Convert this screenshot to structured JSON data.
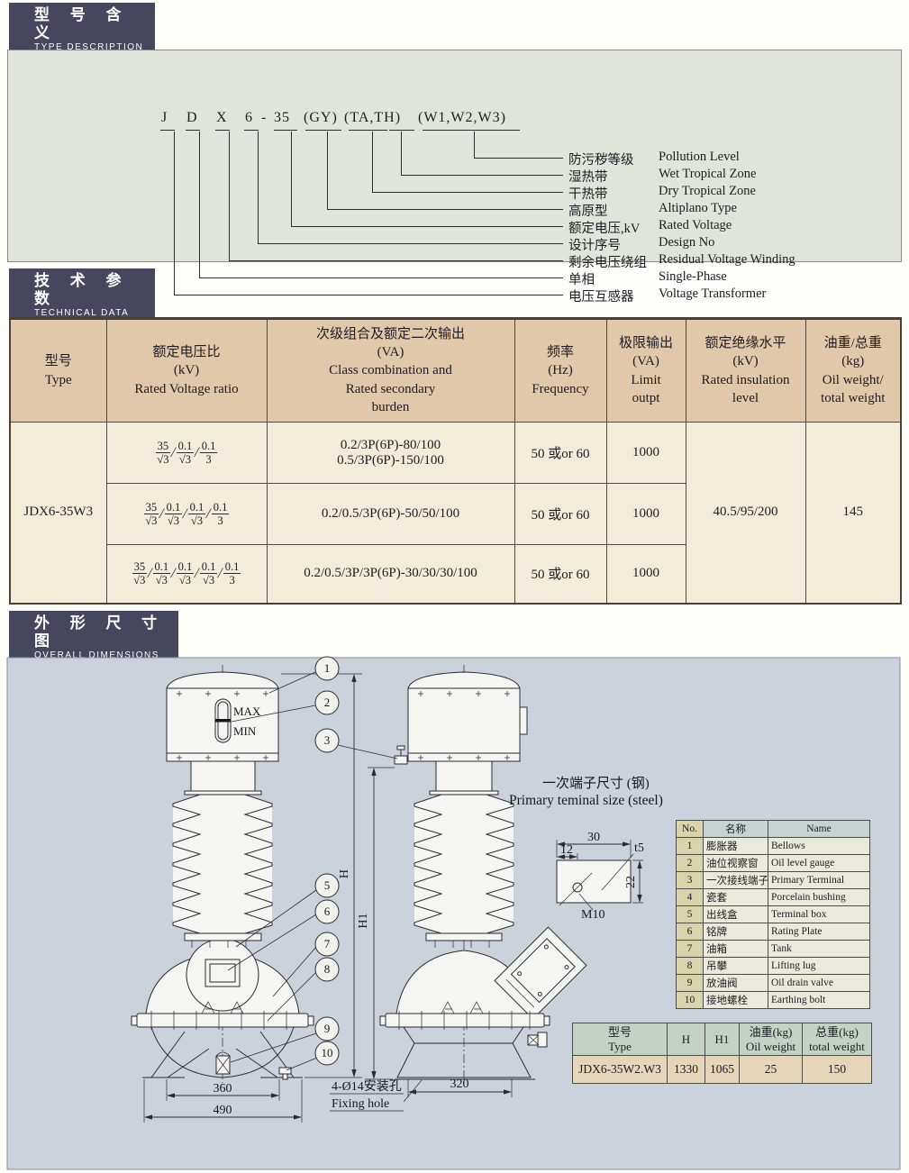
{
  "type_desc": {
    "header_zh": "型 号 含 义",
    "header_en": "TYPE DESCRIPTION",
    "code": {
      "p1": "J",
      "p2": "D",
      "p3": "X",
      "p4": "6",
      "p5": "-",
      "p6": "35",
      "p7": "(GY)",
      "p8": "(TA,TH)",
      "p9": "(W1,W2,W3)"
    },
    "legend": [
      {
        "zh": "防污秽等级",
        "en": "Pollution Level"
      },
      {
        "zh": "湿热带",
        "en": "Wet Tropical Zone"
      },
      {
        "zh": "干热带",
        "en": "Dry Tropical Zone"
      },
      {
        "zh": "高原型",
        "en": "Altiplano Type"
      },
      {
        "zh": "额定电压,kV",
        "en": "Rated Voltage"
      },
      {
        "zh": "设计序号",
        "en": "Design No"
      },
      {
        "zh": "剩余电压绕组",
        "en": "Residual Voltage Winding"
      },
      {
        "zh": "单相",
        "en": "Single-Phase"
      },
      {
        "zh": "电压互感器",
        "en": "Voltage Transformer"
      }
    ]
  },
  "tech": {
    "header_zh": "技 术 参 数",
    "header_en": "TECHNICAL DATA",
    "columns": [
      "型号\nType",
      "额定电压比\n(kV)\nRated Voltage ratio",
      "次级组合及额定二次输出\n(VA)\nClass combination and\nRated secondary\nburden",
      "频率\n(Hz)\nFrequency",
      "极限输出\n(VA)\nLimit\noutpt",
      "额定绝缘水平\n(kV)\nRated insulation\nlevel",
      "油重/总重\n(kg)\nOil weight/\ntotal weight"
    ],
    "type_value": "JDX6-35W3",
    "insulation": "40.5/95/200",
    "oil_total": "145",
    "rows": [
      {
        "ratio": [
          {
            "n": "35",
            "d": "√3"
          },
          {
            "n": "0.1",
            "d": "√3"
          },
          {
            "n": "0.1",
            "d": "3"
          }
        ],
        "burden": "0.2/3P(6P)-80/100\n0.5/3P(6P)-150/100",
        "freq": "50 或or 60",
        "limit": "1000"
      },
      {
        "ratio": [
          {
            "n": "35",
            "d": "√3"
          },
          {
            "n": "0.1",
            "d": "√3"
          },
          {
            "n": "0.1",
            "d": "√3"
          },
          {
            "n": "0.1",
            "d": "3"
          }
        ],
        "burden": "0.2/0.5/3P(6P)-50/50/100",
        "freq": "50 或or 60",
        "limit": "1000"
      },
      {
        "ratio": [
          {
            "n": "35",
            "d": "√3"
          },
          {
            "n": "0.1",
            "d": "√3"
          },
          {
            "n": "0.1",
            "d": "√3"
          },
          {
            "n": "0.1",
            "d": "√3"
          },
          {
            "n": "0.1",
            "d": "3"
          }
        ],
        "burden": "0.2/0.5/3P/3P(6P)-30/30/30/100",
        "freq": "50 或or 60",
        "limit": "1000"
      }
    ]
  },
  "dims": {
    "header_zh": "外 形 尺 寸 图",
    "header_en": "OVERALL DIMENSIONS",
    "labels": {
      "max": "MAX",
      "min": "MIN",
      "h": "H",
      "h1": "H1",
      "w360": "360",
      "w490": "490",
      "w320": "320",
      "fix_zh": "4-Ø14安装孔",
      "fix_en": "Fixing hole"
    },
    "callouts": [
      "1",
      "2",
      "3",
      "5",
      "6",
      "7",
      "8",
      "9",
      "10"
    ],
    "terminal": {
      "title_zh": "一次端子尺寸 (钢)",
      "title_en": "Primary teminal size (steel)",
      "d30": "30",
      "d12": "12",
      "t5": "t5",
      "d22": "22",
      "m10": "M10"
    },
    "parts": {
      "no": "No.",
      "zh": "名称",
      "en": "Name",
      "rows": [
        {
          "no": "1",
          "zh": "膨胀器",
          "en": "Bellows"
        },
        {
          "no": "2",
          "zh": "油位视察窗",
          "en": "Oil level gauge"
        },
        {
          "no": "3",
          "zh": "一次接线端子",
          "en": "Primary Terminal"
        },
        {
          "no": "4",
          "zh": "瓷套",
          "en": "Porcelain bushing"
        },
        {
          "no": "5",
          "zh": "出线盒",
          "en": "Terminal box"
        },
        {
          "no": "6",
          "zh": "铭牌",
          "en": "Rating Plate"
        },
        {
          "no": "7",
          "zh": "油箱",
          "en": "Tank"
        },
        {
          "no": "8",
          "zh": "吊攀",
          "en": "Lifting lug"
        },
        {
          "no": "9",
          "zh": "放油阀",
          "en": "Oil drain valve"
        },
        {
          "no": "10",
          "zh": "接地螺栓",
          "en": "Earthing bolt"
        }
      ]
    },
    "size_table": {
      "h_type": "型号\nType",
      "h_h": "H",
      "h_h1": "H1",
      "h_oil": "油重(kg)\nOil weight",
      "h_total": "总重(kg)\ntotal weight",
      "r_type": "JDX6-35W2.W3",
      "r_h": "1330",
      "r_h1": "1065",
      "r_oil": "25",
      "r_total": "150"
    }
  }
}
